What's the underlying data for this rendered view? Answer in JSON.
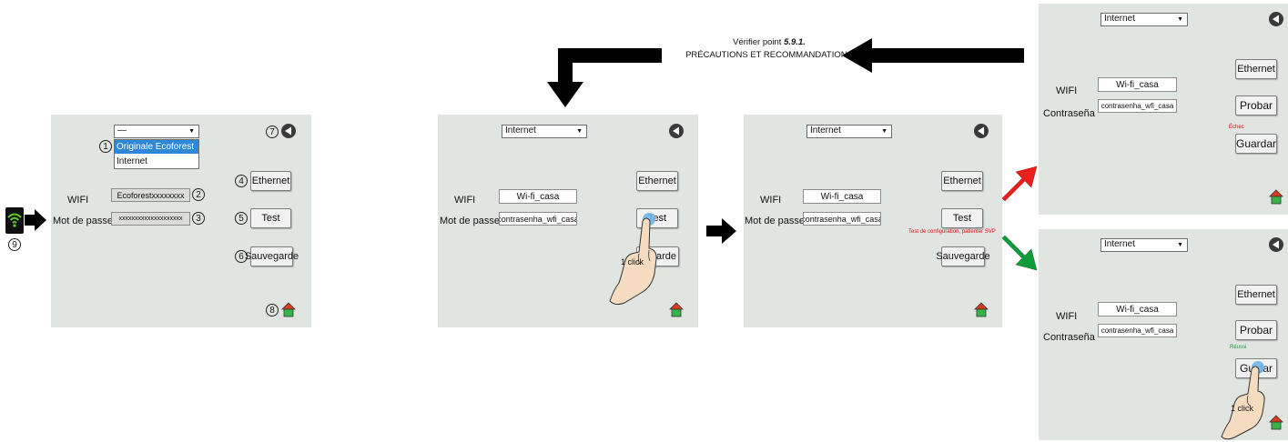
{
  "note": {
    "line1": "Vérifier point ",
    "line1_ref": "5.9.1.",
    "line2": "PRÉCAUTIONS ET RECOMMANDATIONS"
  },
  "side": {
    "callout": "9"
  },
  "screen1": {
    "select_value": "—",
    "options": [
      "Originale Ecoforest",
      "Internet"
    ],
    "wifi_label": "WIFI",
    "pass_label": "Mot de passe",
    "wifi_value": "Ecoforestxxxxxxxx",
    "pass_value": "xxxxxxxxxxxxxxxxxxxx",
    "ethernet": "Ethernet",
    "test": "Test",
    "save": "Sauvegarde",
    "callouts": {
      "c1": "1",
      "c2": "2",
      "c3": "3",
      "c4": "4",
      "c5": "5",
      "c6": "6",
      "c7": "7",
      "c8": "8"
    }
  },
  "screen2": {
    "select_value": "Internet",
    "wifi_label": "WIFI",
    "pass_label": "Mot de passe",
    "wifi_value": "Wi-fi_casa",
    "pass_value": "contrasenha_wfi_casa",
    "ethernet": "Ethernet",
    "test": "Test",
    "save_partial": "egarde",
    "hand_label": "1 click"
  },
  "screen3": {
    "select_value": "Internet",
    "wifi_label": "WIFI",
    "pass_label": "Mot de passe",
    "wifi_value": "Wi-fi_casa",
    "pass_value": "contrasenha_wfi_casa",
    "ethernet": "Ethernet",
    "test": "Test",
    "save": "Sauvegarde",
    "status": "Test de configuration, patienter SVP"
  },
  "screen4": {
    "select_value": "Internet",
    "wifi_label": "WIFI",
    "pass_label": "Contraseña",
    "wifi_value": "Wi-fi_casa",
    "pass_value": "contrasenha_wfi_casa",
    "ethernet": "Ethernet",
    "test": "Probar",
    "save": "Guardar",
    "status": "Échec"
  },
  "screen5": {
    "select_value": "Internet",
    "wifi_label": "WIFI",
    "pass_label": "Contraseña",
    "wifi_value": "Wi-fi_casa",
    "pass_value": "contrasenha_wfi_casa",
    "ethernet": "Ethernet",
    "test": "Probar",
    "save_left": "Gu",
    "save_right": "dar",
    "status": "Réussi",
    "hand_label": "1 click"
  },
  "colors": {
    "panel": "#e1e5e2",
    "fail_arrow": "#e8201b",
    "success_arrow": "#0f9a3c",
    "status_fail": "#e01010",
    "status_ok": "#1a9a3c",
    "highlight": "#2f87d8",
    "home_green": "#37b34a",
    "home_roof": "#e03a1e"
  },
  "icons": [
    "wifi-icon",
    "back-icon",
    "home-icon",
    "hand-pointer-icon",
    "arrow-icon"
  ]
}
